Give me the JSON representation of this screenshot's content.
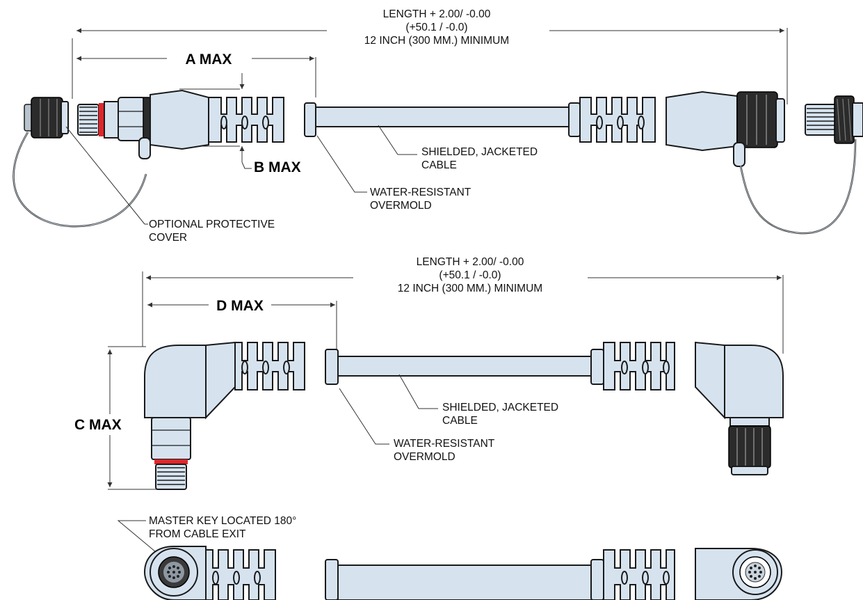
{
  "top_view": {
    "length_line1": "LENGTH + 2.00/ -0.00",
    "length_line2": "(+50.1 / -0.0)",
    "length_line3": "12 INCH (300 MM.) MINIMUM",
    "a_max": "A MAX",
    "b_max": "B MAX",
    "cable_line1": "SHIELDED, JACKETED",
    "cable_line2": "CABLE",
    "overmold_line1": "WATER-RESISTANT",
    "overmold_line2": "OVERMOLD",
    "cover_line1": "OPTIONAL PROTECTIVE",
    "cover_line2": "COVER"
  },
  "right_angle_view": {
    "length_line1": "LENGTH + 2.00/ -0.00",
    "length_line2": "(+50.1 / -0.0)",
    "length_line3": "12 INCH (300 MM.) MINIMUM",
    "d_max": "D MAX",
    "c_max": "C MAX",
    "cable_line1": "SHIELDED, JACKETED",
    "cable_line2": "CABLE",
    "overmold_line1": "WATER-RESISTANT",
    "overmold_line2": "OVERMOLD"
  },
  "end_view": {
    "key_line1": "MASTER KEY LOCATED 180°",
    "key_line2": "FROM CABLE EXIT"
  },
  "colors": {
    "body_fill": "#d6e3ef",
    "seal_ring": "#e0262a",
    "outline": "#1a1a1a"
  }
}
